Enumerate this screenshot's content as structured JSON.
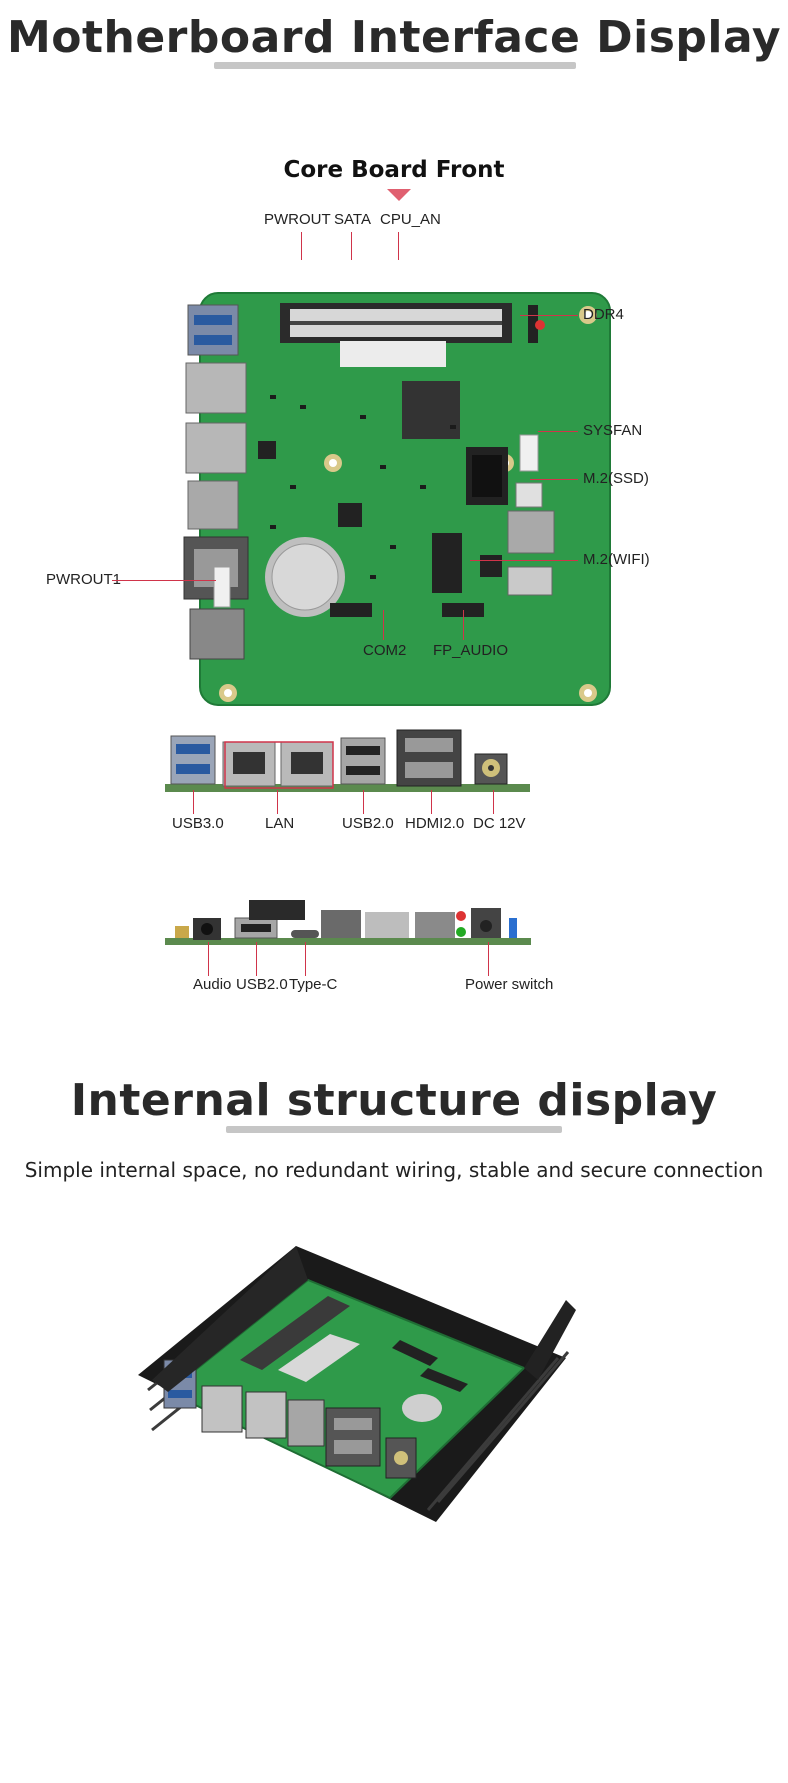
{
  "section1": {
    "title": "Motherboard Interface Display",
    "subtitle": "Core Board Front",
    "callouts_top": [
      "PWROUT",
      "SATA",
      "CPU_AN"
    ],
    "callouts_right": [
      "DDR4",
      "SYSFAN",
      "M.2(SSD)",
      "M.2(WIFI)"
    ],
    "callouts_left": [
      "PWROUT1"
    ],
    "callouts_bottom": [
      "COM2",
      "FP_AUDIO"
    ]
  },
  "rear_io": {
    "labels": [
      "USB3.0",
      "LAN",
      "USB2.0",
      "HDMI2.0",
      "DC 12V"
    ]
  },
  "front_io": {
    "labels": [
      "Audio",
      "USB2.0",
      "Type-C",
      "Power switch"
    ]
  },
  "section2": {
    "title": "Internal structure display",
    "tagline": "Simple internal space, no redundant wiring, stable and secure connection"
  },
  "colors": {
    "accent": "#d0344a",
    "pcb_green": "#2f9a4a",
    "heading": "#2a2a2a",
    "underline": "#c6c6c6"
  }
}
